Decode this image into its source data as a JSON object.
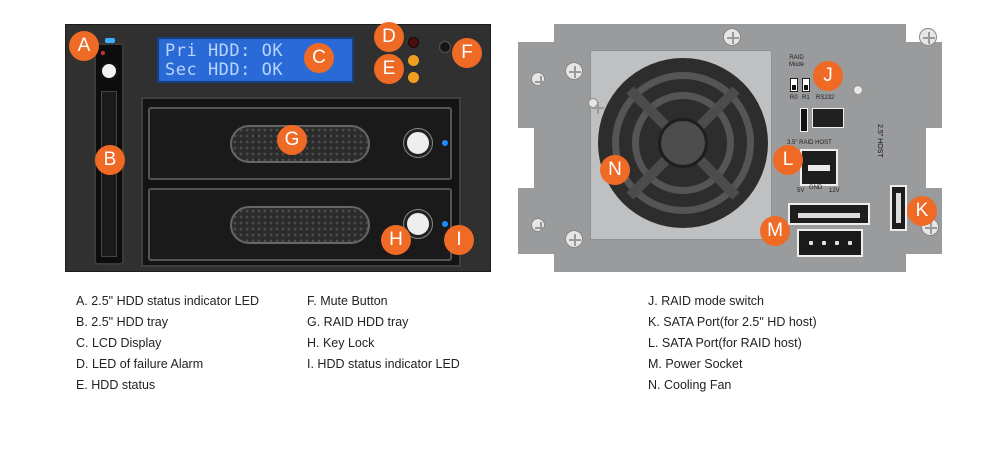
{
  "front_panel": {
    "lcd_line1": "Pri HDD: OK",
    "lcd_line2": "Sec HDD: OK"
  },
  "rear_panel": {
    "raid_mode_label": "RAID\nMode",
    "switch_r0": "R0",
    "switch_r1": "R1",
    "rs232_label": "RS232",
    "raid_host_label": "3.5\" RAID HOST",
    "power_5v": "5V",
    "power_gnd": "GND",
    "power_12v": "12V",
    "host_25_label": "2.5\" HOST"
  },
  "callouts": {
    "A": "A",
    "B": "B",
    "C": "C",
    "D": "D",
    "E": "E",
    "F": "F",
    "G": "G",
    "H": "H",
    "I": "I",
    "J": "J",
    "K": "K",
    "L": "L",
    "M": "M",
    "N": "N"
  },
  "legend": {
    "col1": [
      "A. 2.5\" HDD status indicator LED",
      "B. 2.5\" HDD tray",
      "C. LCD Display",
      "D. LED of failure Alarm",
      "E. HDD status"
    ],
    "col2": [
      "F. Mute Button",
      "G. RAID HDD tray",
      "H. Key Lock",
      "I.  HDD status indicator LED"
    ],
    "col3": [
      "J. RAID mode switch",
      "K. SATA Port(for 2.5\" HD host)",
      "L. SATA Port(for RAID host)",
      "M. Power Socket",
      "N. Cooling Fan"
    ]
  },
  "colors": {
    "callout": "#ef6a24",
    "lcd_bg": "#2a6ad6",
    "panel_dark": "#303030",
    "panel_rear": "#9a9b9d"
  }
}
